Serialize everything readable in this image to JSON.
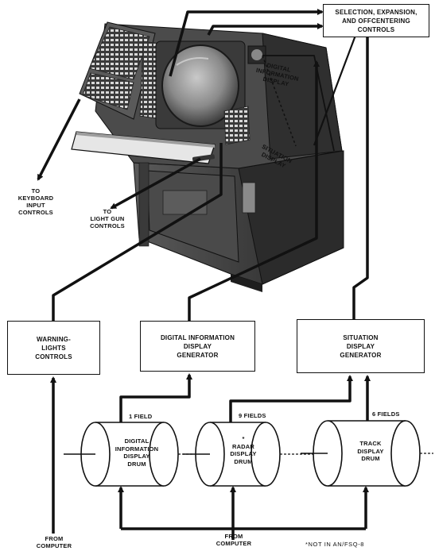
{
  "boxes": {
    "selection": "SELECTION, EXPANSION,\nAND OFFCENTERING\nCONTROLS",
    "warning": "WARNING-\nLIGHTS\nCONTROLS",
    "digital_gen": "DIGITAL INFORMATION\nDISPLAY\nGENERATOR",
    "situation_gen": "SITUATION\nDISPLAY\nGENERATOR"
  },
  "console_labels": {
    "digital_display": "DIGITAL\nINFORMATION\nDISPLAY",
    "situation_display": "SITUATION\nDISPLAY"
  },
  "labels": {
    "keyboard": "TO\nKEYBOARD\nINPUT\nCONTROLS",
    "light_gun": "TO\nLIGHT GUN\nCONTROLS"
  },
  "drums": [
    {
      "text": "DIGITAL\nINFORMATION\nDISPLAY\nDRUM",
      "fields": "1 FIELD"
    },
    {
      "text": "*\nRADAR\nDISPLAY\nDRUM",
      "fields": "9 FIELDS"
    },
    {
      "text": "TRACK\nDISPLAY\nDRUM",
      "fields": "6 FIELDS"
    }
  ],
  "from_computer_left": "FROM\nCOMPUTER",
  "from_computer_center": "FROM\nCOMPUTER",
  "footnote": "*NOT IN AN/FSQ-8",
  "colors": {
    "line": "#111111",
    "background": "#ffffff",
    "console_dark": "#3a3a3a",
    "console_mid": "#6b6b6b",
    "screen": "#9a9a9a"
  }
}
